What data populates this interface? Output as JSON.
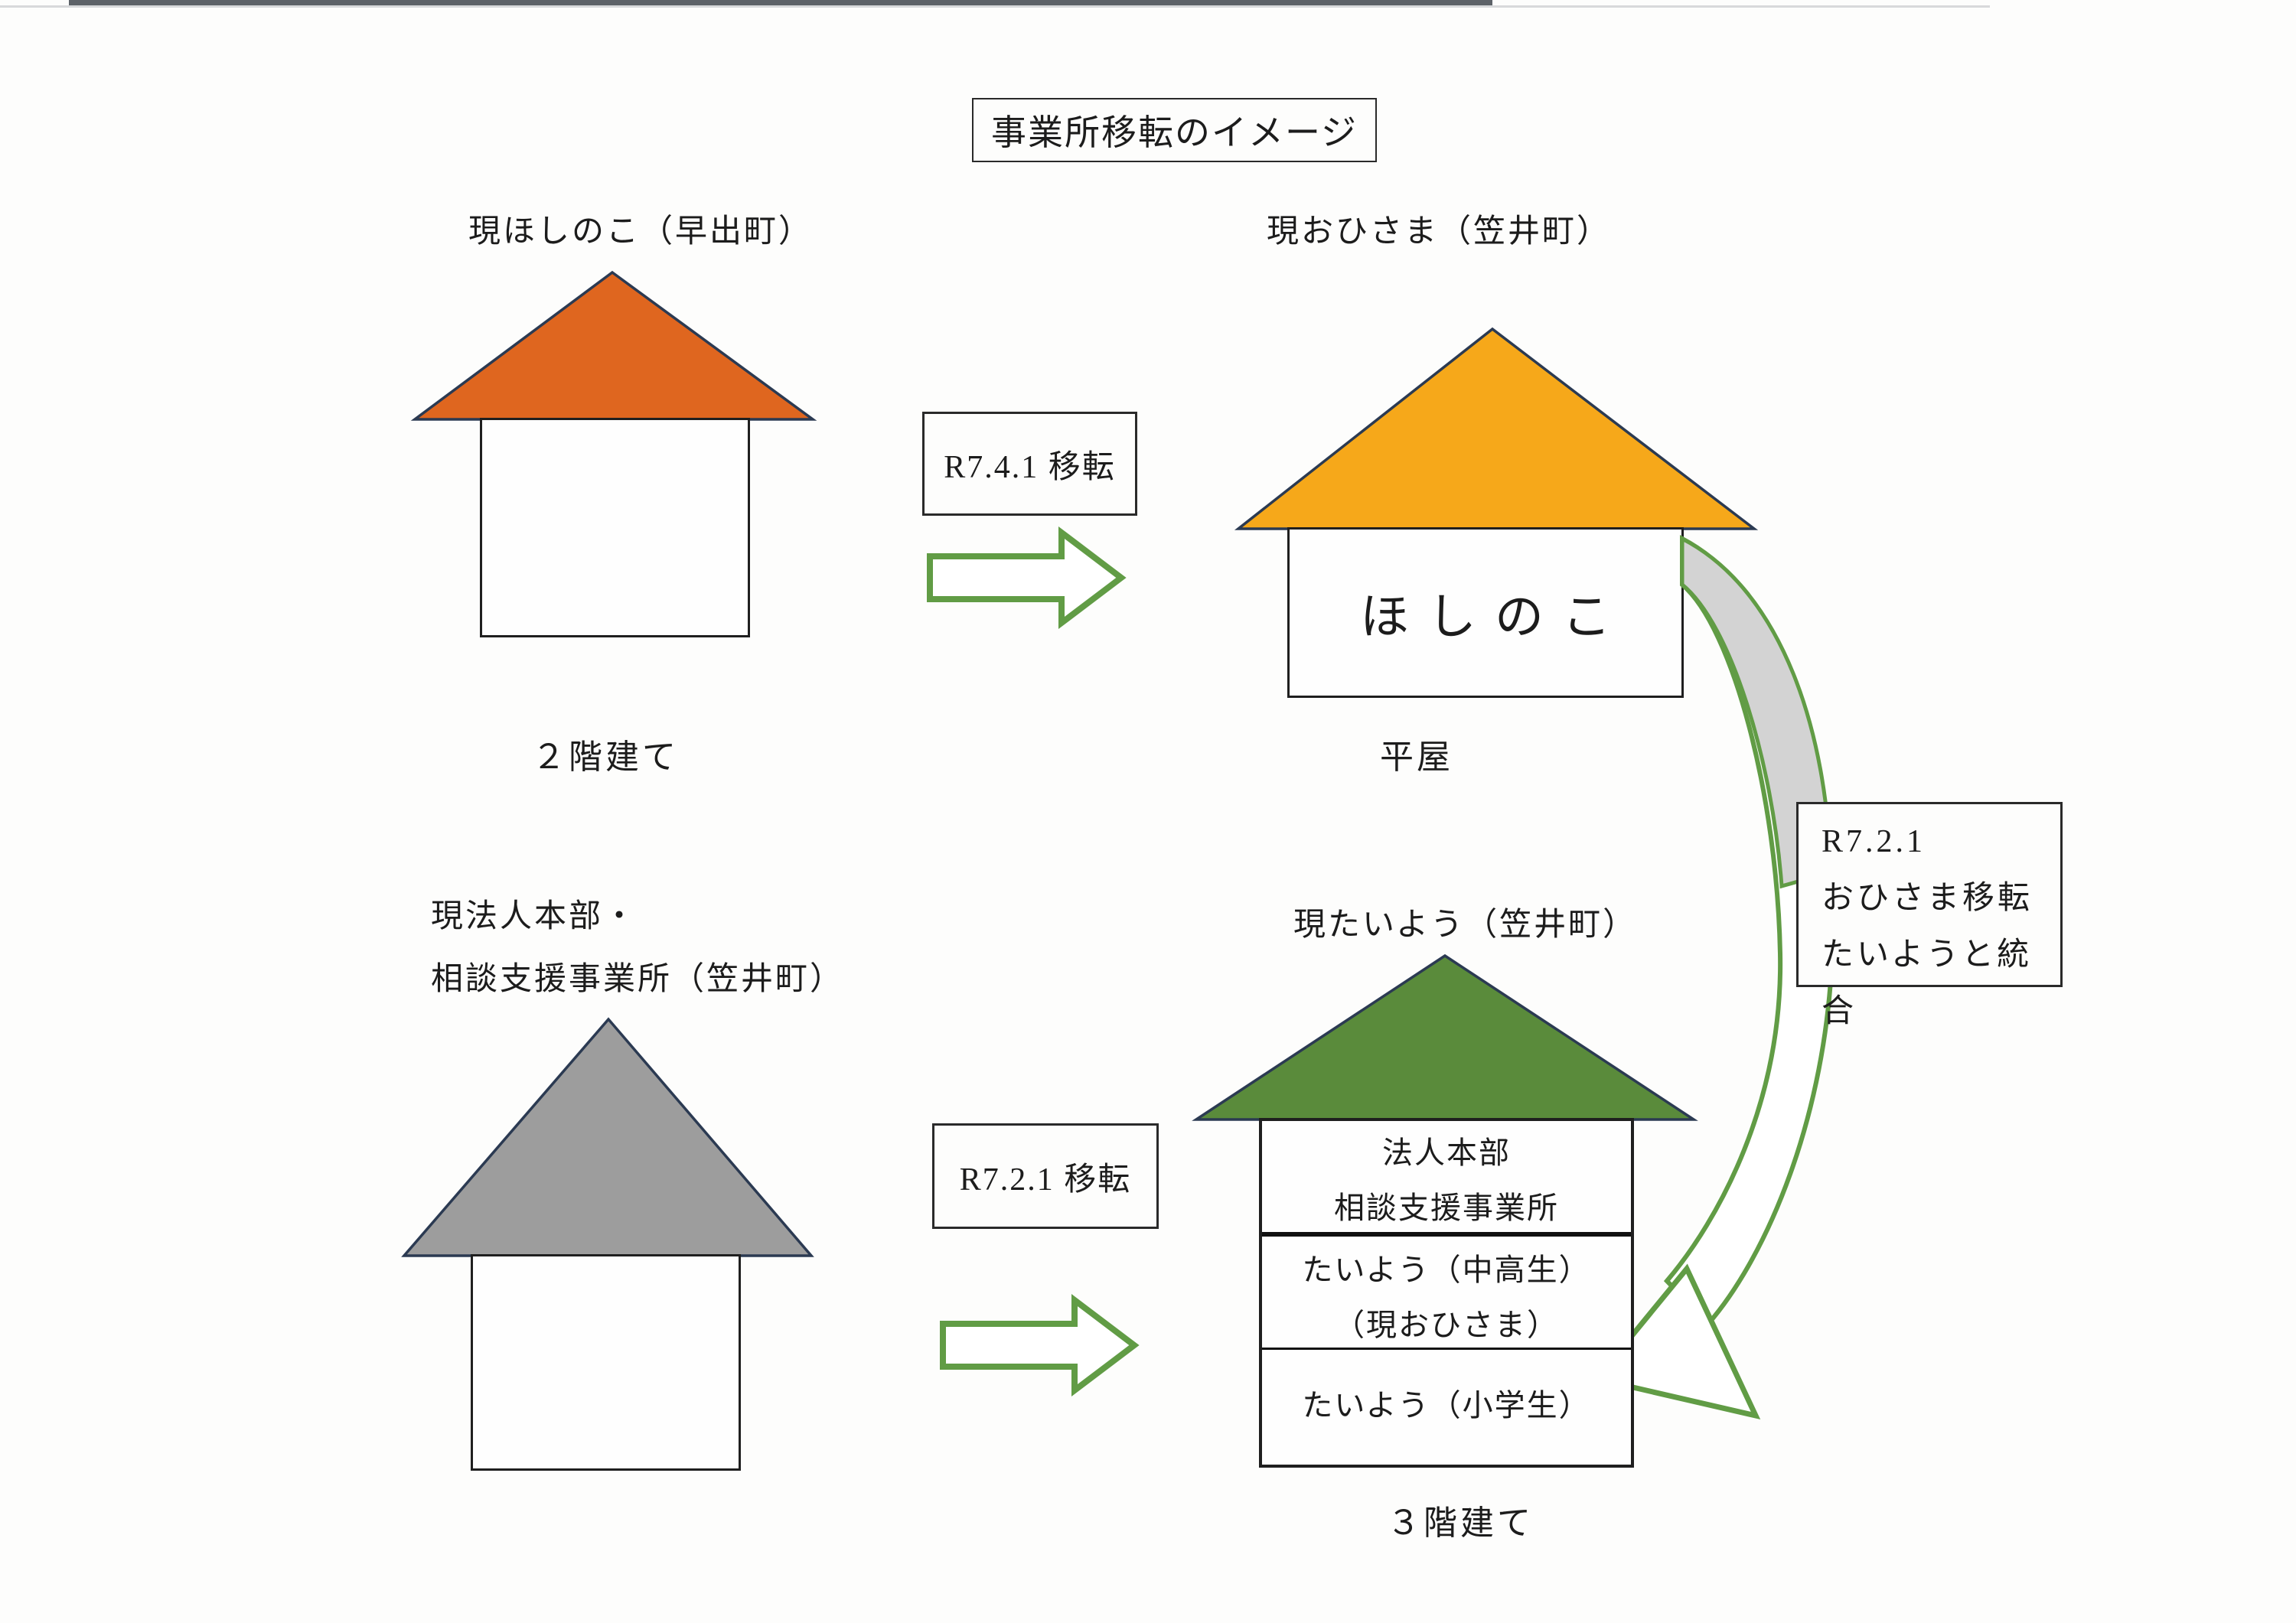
{
  "title_box": "事業所移転のイメージ",
  "top_left_house": {
    "label": "現ほしのこ（早出町）",
    "caption": "２階建て",
    "roof_color": "#DF661F"
  },
  "top_right_house": {
    "label": "現おひさま（笠井町）",
    "caption": "平屋",
    "body_text": "ほしのこ",
    "roof_color": "#F6A81A"
  },
  "bottom_left_house": {
    "label_line1": "現法人本部・",
    "label_line2": "相談支援事業所（笠井町）",
    "roof_color": "#9D9D9D"
  },
  "bottom_right_house": {
    "label": "現たいよう（笠井町）",
    "caption": "３階建て",
    "roof_color": "#5A8B3B",
    "floors": [
      {
        "line1": "法人本部",
        "line2": "相談支援事業所"
      },
      {
        "line1": "たいよう（中高生）",
        "line2": "（現おひさま）"
      },
      {
        "line1": "たいよう（小学生）",
        "line2": ""
      }
    ]
  },
  "move_box_1": "R7.4.1 移転",
  "move_box_2": "R7.2.1 移転",
  "merge_box": {
    "line1": "R7.2.1",
    "line2": "おひさま移転",
    "line3": "たいようと統合"
  },
  "colors": {
    "arrow_green": "#619C45",
    "curve_gray": "#D3D3D3",
    "roof_stroke": "#2B3A52"
  }
}
